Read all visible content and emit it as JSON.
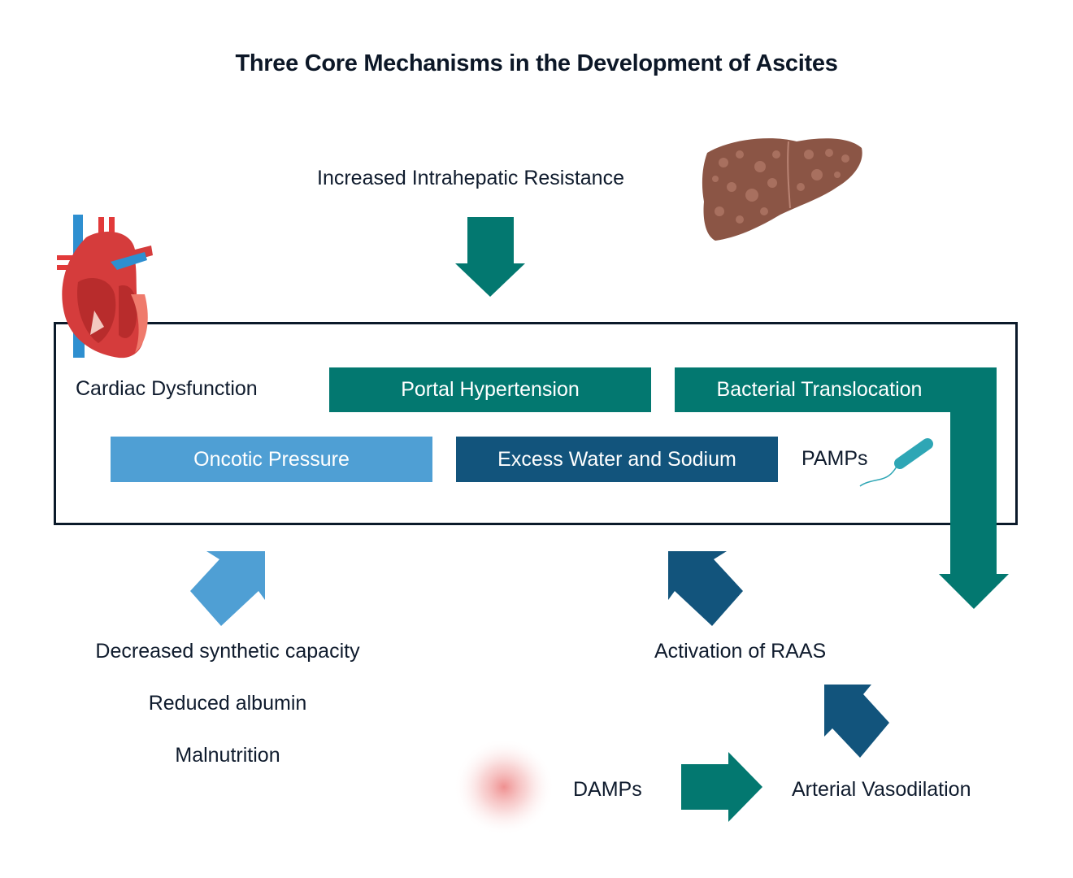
{
  "title": "Three Core Mechanisms in the Development of Ascites",
  "colors": {
    "teal": "#037870",
    "light_blue": "#4f9fd4",
    "navy": "#12547c",
    "frame": "#0b1a2a",
    "text": "#0f1b2d"
  },
  "top": {
    "cause_label": "Increased Intrahepatic Resistance",
    "liver_icon": "cirrhotic-liver-illustration",
    "heart_icon": "heart-cross-section-illustration"
  },
  "mechanisms": {
    "cardiac": "Cardiac Dysfunction",
    "portal": "Portal Hypertension",
    "bacterial": "Bacterial Translocation",
    "oncotic": "Oncotic Pressure",
    "water_sodium": "Excess Water and Sodium",
    "pamps": "PAMPs",
    "bacterium_icon": "bacterium-illustration"
  },
  "left_causes": [
    "Decreased synthetic capacity",
    "Reduced albumin",
    "Malnutrition"
  ],
  "right_chain": {
    "raas": "Activation of RAAS",
    "damps": "DAMPs",
    "vasodilation": "Arterial Vasodilation",
    "inflammation_icon": "inflammation-glow"
  }
}
